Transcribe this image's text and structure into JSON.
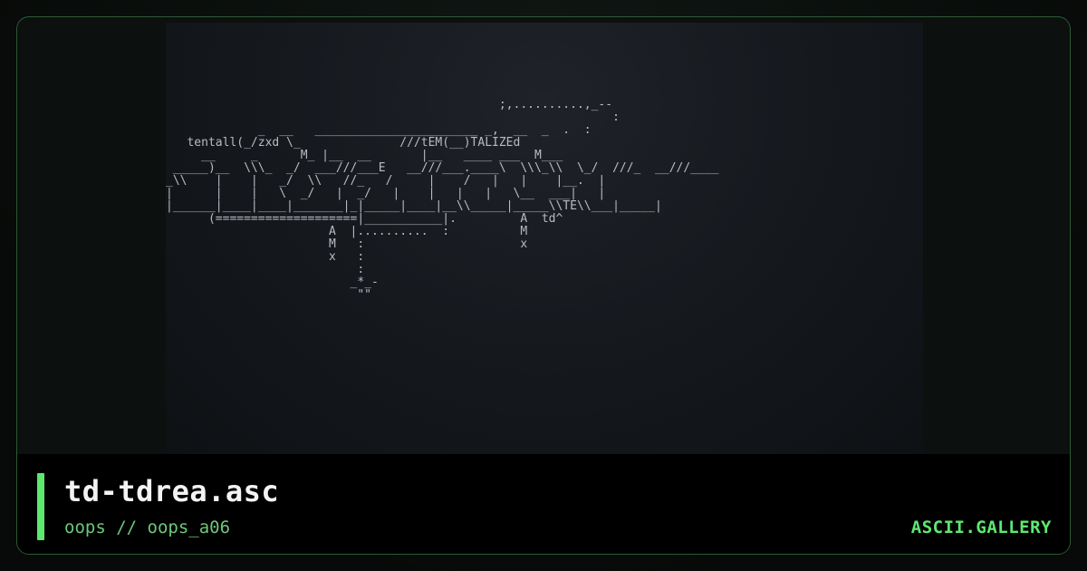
{
  "artwork": {
    "ascii_lines": [
      "                                               ;,..........,_--",
      "                                                               :",
      "             _  __   _______________________ _,  __  _  .  :",
      "   tentall(_/zxd \\_              ///tEM(__)TALIZEd",
      "     __     _      M_ |__  __       |__   ____ ___  M___",
      " _____)__  \\\\\\_  _/  ___///___E   __///___.____\\  \\\\\\_\\\\  \\_/  ///_  __///____",
      "_\\\\    |    |   _/  \\\\   //_   /     |    /   |   |    |__.  |",
      "|      |    |   \\  _/   |  _/   |    |   |   |   \\__  ___|   |",
      "|______|____|____|_______|_|_____|____|__\\\\_____|_____\\\\TE\\\\___|_____|",
      "      (====================|___________|.         A  td^",
      "                       A  |..........  :          M",
      "                       M   :                      x",
      "                       x   :",
      "                           :",
      "                          _*_-",
      "                           \"\""
    ]
  },
  "footer": {
    "title": "td-tdrea.asc",
    "subtitle": "oops // oops_a06",
    "brand": "ASCII.GALLERY"
  },
  "colors": {
    "accent": "#5ee870",
    "subtitle": "#6fc77a",
    "card_border": "#2c5a34"
  }
}
